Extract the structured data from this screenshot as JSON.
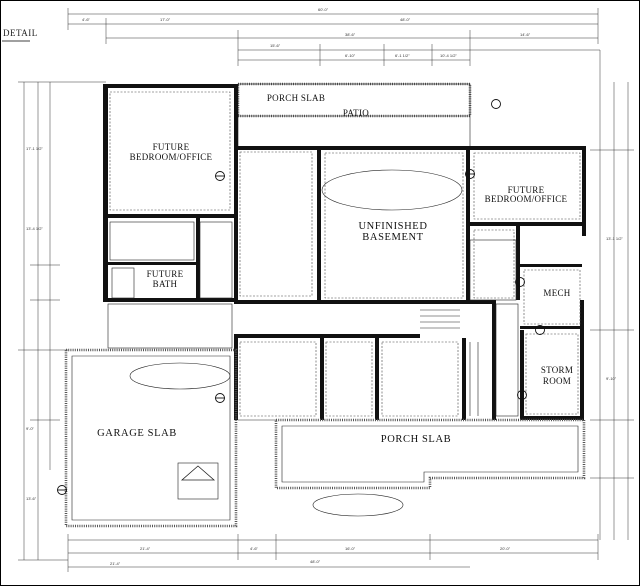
{
  "drawing": {
    "detail_label": "DETAIL",
    "rooms": {
      "porch_slab_top": "PORCH SLAB",
      "patio": "PATIO",
      "future_bedroom_left_1": "FUTURE",
      "future_bedroom_left_2": "BEDROOM/OFFICE",
      "future_bedroom_right_1": "FUTURE",
      "future_bedroom_right_2": "BEDROOM/OFFICE",
      "unfinished_1": "UNFINISHED",
      "unfinished_2": "BASEMENT",
      "future_bath_1": "FUTURE",
      "future_bath_2": "BATH",
      "mech": "MECH",
      "storm_1": "STORM",
      "storm_2": "ROOM",
      "garage_slab": "GARAGE SLAB",
      "porch_slab_bottom": "PORCH SLAB"
    }
  }
}
